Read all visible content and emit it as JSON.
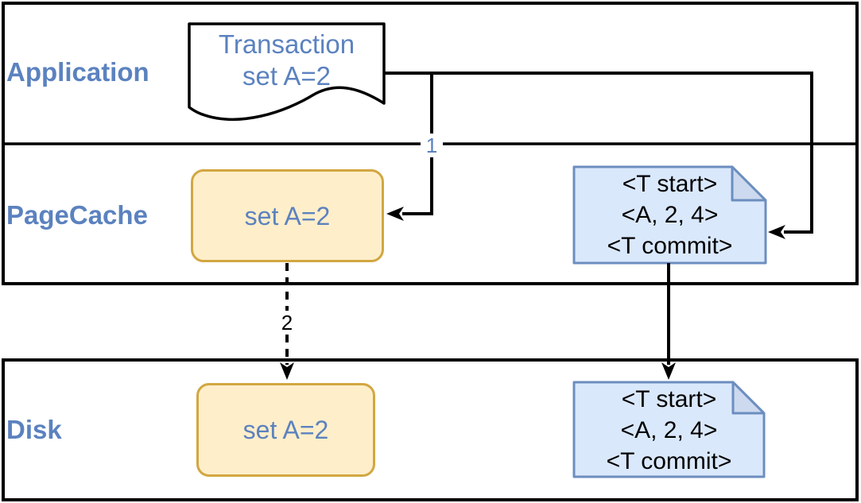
{
  "layers": {
    "application": {
      "label": "Application"
    },
    "pagecache": {
      "label": "PageCache"
    },
    "disk": {
      "label": "Disk"
    }
  },
  "shapes": {
    "transaction_doc": {
      "lines": [
        "Transaction",
        "set A=2"
      ]
    },
    "pagecache_page": {
      "label": "set A=2"
    },
    "pagecache_log": {
      "lines": [
        "<T start>",
        "<A, 2, 4>",
        "<T commit>"
      ]
    },
    "disk_page": {
      "label": "set A=2"
    },
    "disk_log": {
      "lines": [
        "<T start>",
        "<A, 2, 4>",
        "<T commit>"
      ]
    }
  },
  "connectors": {
    "step1_label": "1",
    "step2_label": "2"
  },
  "colors": {
    "label_blue": "#5b82bf",
    "page_fill": "#ffeeca",
    "page_border": "#d2a741",
    "log_fill": "#dae8fc",
    "log_fold": "#ccd9ee",
    "log_border": "#6c8ebf",
    "line_black": "#000000"
  }
}
